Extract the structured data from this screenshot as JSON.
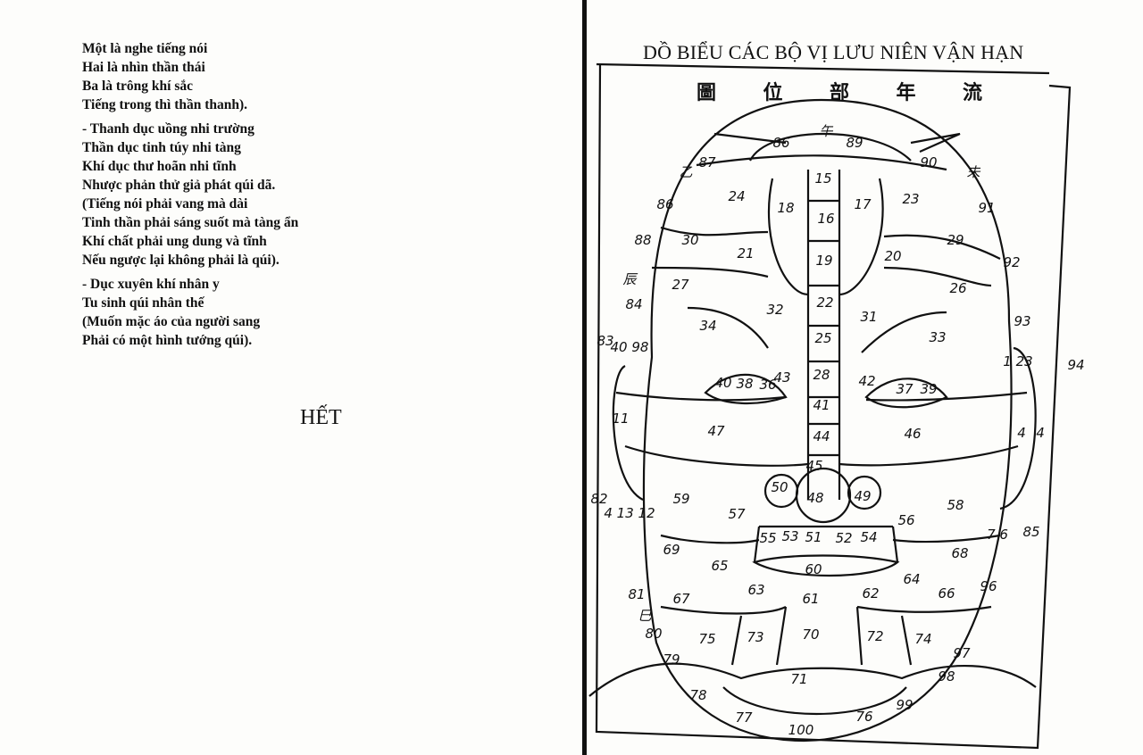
{
  "left_page": {
    "stanzas": [
      [
        "Một là nghe tiếng nói",
        "Hai là nhìn thần thái",
        "Ba là trông khí sắc",
        "Tiếng trong thì thần thanh)."
      ],
      [
        "- Thanh dục uồng nhi trường",
        "Thần dục tinh túy nhi tàng",
        "Khí dục thư hoãn nhi tĩnh",
        "Nhược phản thử giả phát qúi dã.",
        "(Tiếng nói phải vang mà dài",
        "Tinh thần phải sáng suốt mà tàng ẩn",
        "Khí chất phải ung dung và tĩnh",
        "Nếu ngược lại không phải là qúi)."
      ],
      [
        " - Dục xuyên khí nhân y",
        "Tu sinh qúi nhân thế",
        "(Muốn mặc áo của người sang",
        "Phải có một hình tướng qúi)."
      ]
    ],
    "end_mark": "HẾT"
  },
  "right_page": {
    "title": "DỒ BIỂU CÁC BỘ VỊ LƯU NIÊN VẬN HẠN",
    "chinese_title": [
      "圖",
      "位",
      "部",
      "年",
      "流"
    ],
    "region_numbers": [
      "86",
      "89",
      "15",
      "87",
      "90",
      "24",
      "18",
      "16",
      "17",
      "23",
      "86",
      "91",
      "88",
      "30",
      "21",
      "19",
      "20",
      "29",
      "92",
      "27",
      "26",
      "84",
      "22",
      "32",
      "31",
      "93",
      "34",
      "25",
      "33",
      "83",
      "40 98",
      "1 23",
      "94",
      "28",
      "43",
      "42",
      "40",
      "38",
      "36",
      "37",
      "39",
      "41",
      "11",
      "47",
      "46",
      "44",
      "4",
      "4",
      "45",
      "50",
      "48",
      "49",
      "59",
      "58",
      "57",
      "56",
      "82",
      "4 13 12",
      "55",
      "53",
      "51",
      "52",
      "54",
      "7 6",
      "85",
      "69",
      "68",
      "65",
      "60",
      "64",
      "96",
      "81",
      "67",
      "63",
      "61",
      "62",
      "66",
      "80",
      "75",
      "73",
      "70",
      "72",
      "74",
      "97",
      "79",
      "98",
      "71",
      "78",
      "99",
      "77",
      "76",
      "100"
    ],
    "chinese_marks": [
      "午",
      "未",
      "乙",
      "辰",
      "巳"
    ]
  }
}
